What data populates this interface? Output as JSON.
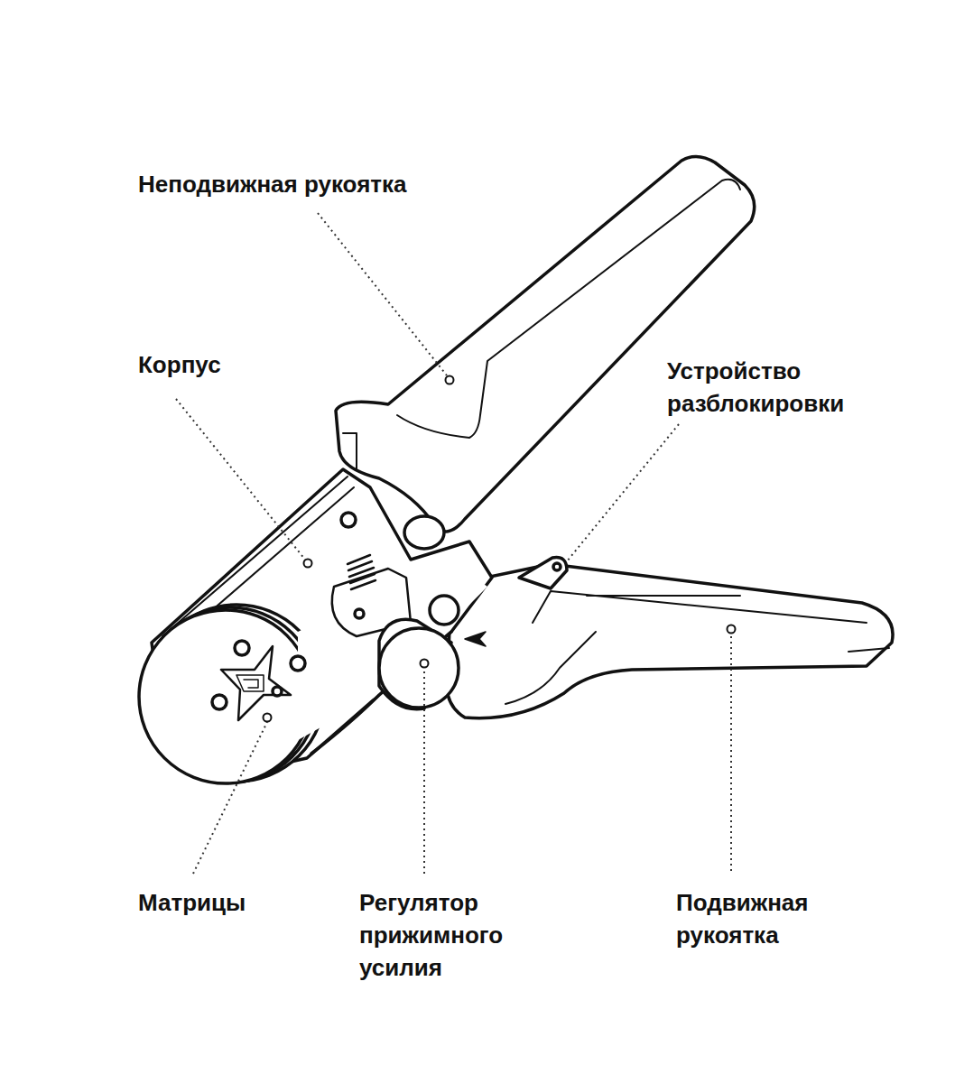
{
  "diagram": {
    "labels": [
      "Неподвижная рукоятка",
      "Корпус",
      "Устройство разблокировки",
      "Матрицы",
      "Регулятор прижимного усилия",
      "Подвижная рукоятка"
    ]
  }
}
